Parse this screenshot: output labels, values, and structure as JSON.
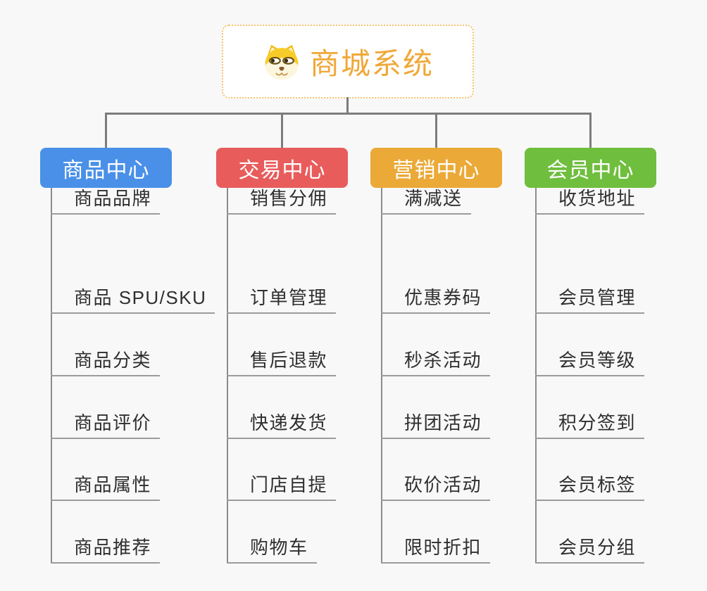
{
  "root": {
    "title": "商城系统",
    "icon": "shiba-dog-icon",
    "accent_color": "#F0A838",
    "border_color": "#F5C26A"
  },
  "connector_color": "#7C7C7C",
  "branches": [
    {
      "label": "商品中心",
      "color": "#4A90E8",
      "items": [
        "商品 SPU/SKU",
        "商品分类",
        "商品评价",
        "商品属性",
        "商品推荐",
        "商品品牌"
      ]
    },
    {
      "label": "交易中心",
      "color": "#E85C5C",
      "items": [
        "订单管理",
        "售后退款",
        "快递发货",
        "门店自提",
        "购物车",
        "销售分佣"
      ]
    },
    {
      "label": "营销中心",
      "color": "#EBA937",
      "items": [
        "优惠券码",
        "秒杀活动",
        "拼团活动",
        "砍价活动",
        "限时折扣",
        "满减送"
      ]
    },
    {
      "label": "会员中心",
      "color": "#6FBE3E",
      "items": [
        "会员管理",
        "会员等级",
        "积分签到",
        "会员标签",
        "会员分组",
        "收货地址"
      ]
    }
  ]
}
